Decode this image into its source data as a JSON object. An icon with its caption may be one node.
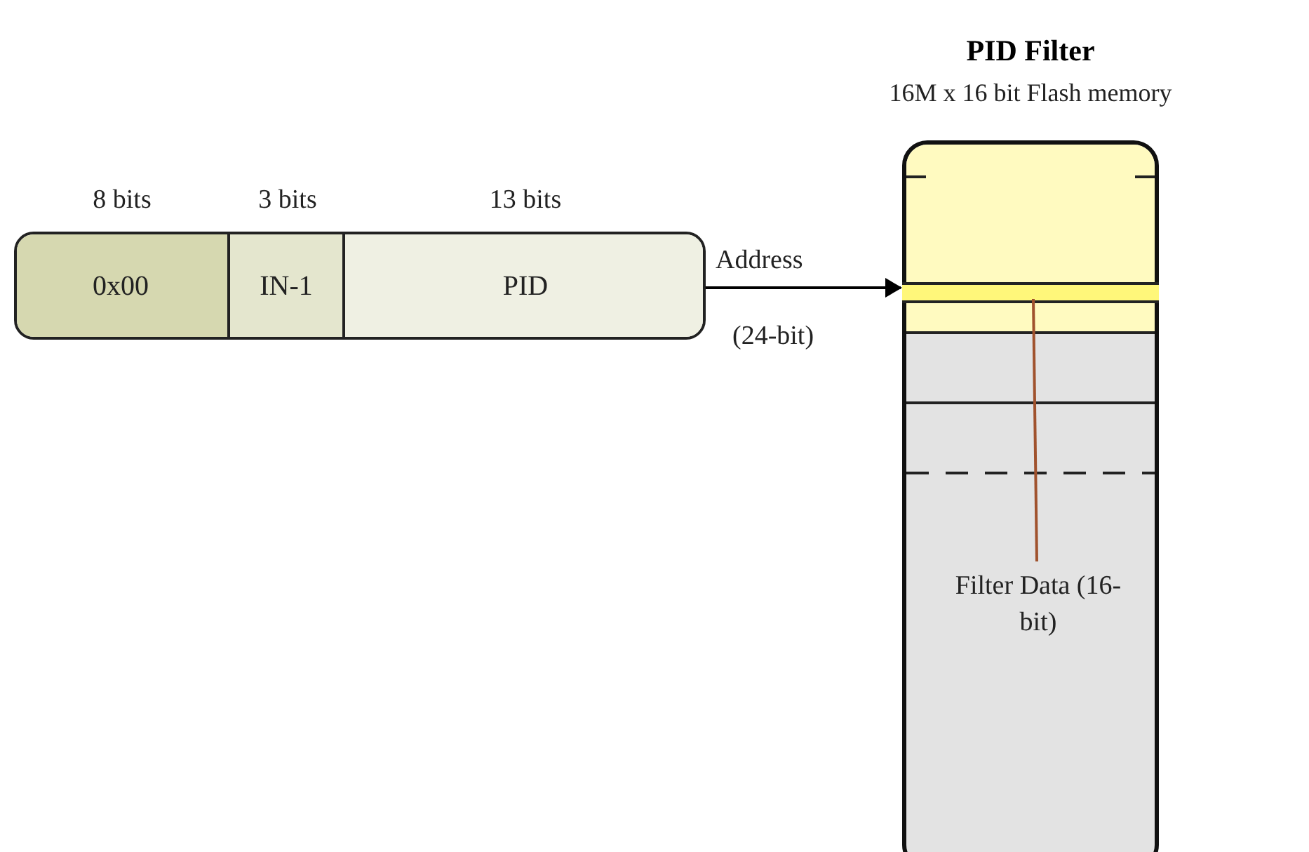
{
  "diagram": {
    "nodes": [
      {
        "text": [],
        "shape": "bar"
      },
      {
        "text": [
          "0x00"
        ],
        "in": 0,
        "beside": [
          "8 bits"
        ]
      },
      {
        "text": [
          "IN-1"
        ],
        "in": 0,
        "beside": [
          "3 bits"
        ]
      },
      {
        "text": [
          "PID"
        ],
        "in": 0,
        "beside": [
          "13 bits"
        ]
      },
      {
        "text": [
          "PID Filter",
          "16M x 16 bit Flash memory"
        ]
      },
      {
        "text": [],
        "shape": "bar",
        "in": 4
      },
      {
        "text": [
          "Filter Data (16-bit)"
        ],
        "in": 4
      }
    ],
    "edges": [
      {
        "from": 0,
        "to": 4,
        "arrow": "to",
        "label": "Address"
      },
      {
        "from": 6,
        "to": 5,
        "arrow": "none",
        "color": "#a0522d"
      }
    ],
    "labels": [
      "(24-bit)"
    ]
  }
}
